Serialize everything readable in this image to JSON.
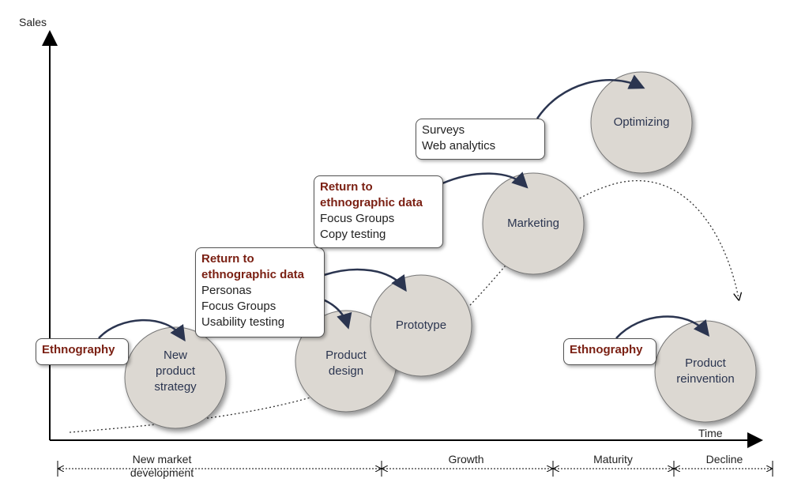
{
  "axes": {
    "y_label": "Sales",
    "x_label": "Time"
  },
  "stages": [
    {
      "label": "New product strategy",
      "lines": [
        "New",
        "product",
        "strategy"
      ]
    },
    {
      "label": "Product design",
      "lines": [
        "Product",
        "design"
      ]
    },
    {
      "label": "Prototype",
      "lines": [
        "Prototype"
      ]
    },
    {
      "label": "Marketing",
      "lines": [
        "Marketing"
      ]
    },
    {
      "label": "Optimizing",
      "lines": [
        "Optimizing"
      ]
    },
    {
      "label": "Product reinvention",
      "lines": [
        "Product",
        "reinvention"
      ]
    }
  ],
  "boxes": {
    "ethnography1": {
      "title": "Ethnography"
    },
    "box2": {
      "title_lines": [
        "Return to",
        "ethnographic data"
      ],
      "items": [
        "Personas",
        "Focus Groups",
        "Usability testing"
      ]
    },
    "box3": {
      "title_lines": [
        "Return to",
        "ethnographic data"
      ],
      "items": [
        "Focus Groups",
        "Copy testing"
      ]
    },
    "box4": {
      "items": [
        "Surveys",
        "Web analytics"
      ]
    },
    "ethnography2": {
      "title": "Ethnography"
    }
  },
  "phases": [
    {
      "lines": [
        "New market",
        "development"
      ]
    },
    {
      "lines": [
        "Growth"
      ]
    },
    {
      "lines": [
        "Maturity"
      ]
    },
    {
      "lines": [
        "Decline"
      ]
    }
  ],
  "colors": {
    "circle": "#dcd8d2",
    "highlight": "#7a1f12",
    "arrow": "#2b3550"
  }
}
